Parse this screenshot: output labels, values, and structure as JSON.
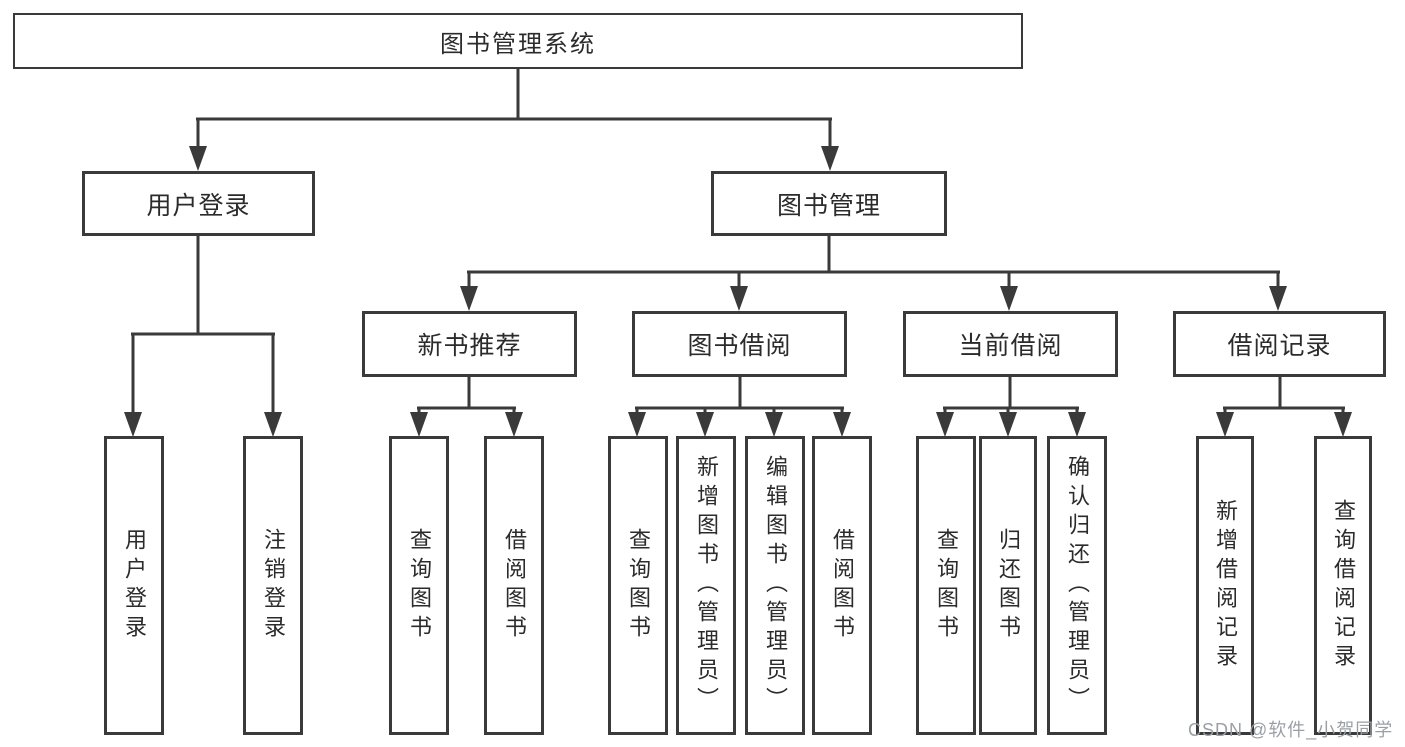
{
  "nodes": {
    "root": "图书管理系统",
    "user_login": "用户登录",
    "book_management": "图书管理",
    "new_book_recommend": "新书推荐",
    "book_borrowing": "图书借阅",
    "current_borrowing": "当前借阅",
    "borrowing_records": "借阅记录",
    "leaf_user_login": "用户登录",
    "leaf_logout": "注销登录",
    "leaf_rec_query_books": "查询图书",
    "leaf_rec_borrow_books": "借阅图书",
    "leaf_bb_query_books": "查询图书",
    "leaf_bb_add_books": "新增图书（管理员）",
    "leaf_bb_edit_books": "编辑图书（管理员）",
    "leaf_bb_borrow_books": "借阅图书",
    "leaf_cb_query_books": "查询图书",
    "leaf_cb_return_books": "归还图书",
    "leaf_cb_confirm_return": "确认归还（管理员）",
    "leaf_br_add_record": "新增借阅记录",
    "leaf_br_query_record": "查询借阅记录"
  },
  "watermark": {
    "text": "CSDN @软件_小贺同学",
    "color": "#9aa0a6"
  },
  "colors": {
    "line": "#3a3a3a",
    "text": "#2b2b2b",
    "box_background": "#ffffff",
    "page_background": "#ffffff"
  }
}
